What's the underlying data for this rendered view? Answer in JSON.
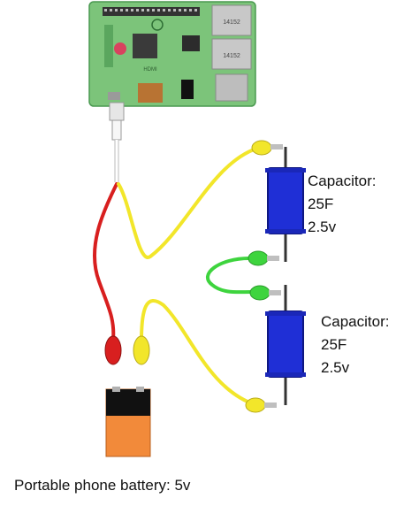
{
  "capacitors": [
    {
      "name": "Capacitor:",
      "capacitance": "25F",
      "voltage": "2.5v"
    },
    {
      "name": "Capacitor:",
      "capacitance": "25F",
      "voltage": "2.5v"
    }
  ],
  "battery": {
    "label": "Portable phone battery: 5v"
  },
  "board": {
    "chip_text_1": "14152",
    "chip_text_2": "14152",
    "hdmi_text": "HDMI"
  },
  "colors": {
    "board": "#7cc47a",
    "board_dark": "#4a9950",
    "capacitor": "#1f2fd6",
    "wire_red": "#d81f1f",
    "wire_yellow": "#f2e62a",
    "wire_green": "#3ed43e",
    "battery_body": "#f28a3a",
    "battery_top": "#111111"
  }
}
